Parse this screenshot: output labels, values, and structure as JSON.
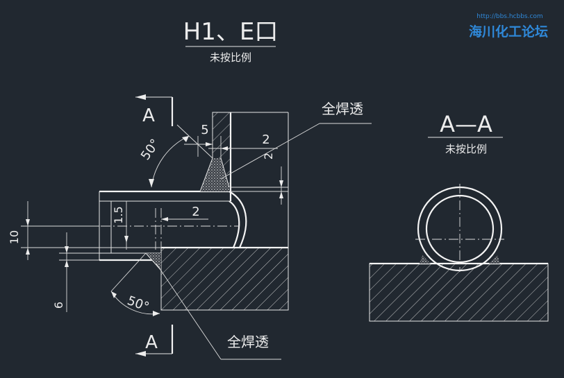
{
  "title": "H1、E口",
  "title_note": "未按比例",
  "section_title": "A—A",
  "section_note": "未按比例",
  "weld_label_top": "全焊透",
  "weld_label_bottom": "全焊透",
  "section_mark_top": "A",
  "section_mark_bottom": "A",
  "angle_top": "50°",
  "angle_bottom": "50°",
  "dims": {
    "d5": "5",
    "d2_top": "2",
    "d2_side": "2",
    "d15": "1.5",
    "d2_mid": "2",
    "d10": "10",
    "d6": "6"
  },
  "watermark": {
    "url": "http://bbs.hcbbs.com",
    "name": "海川化工论坛"
  },
  "colors": {
    "background": "#212830",
    "lines": "#e8e8e8",
    "watermark": "#2f88d8"
  }
}
